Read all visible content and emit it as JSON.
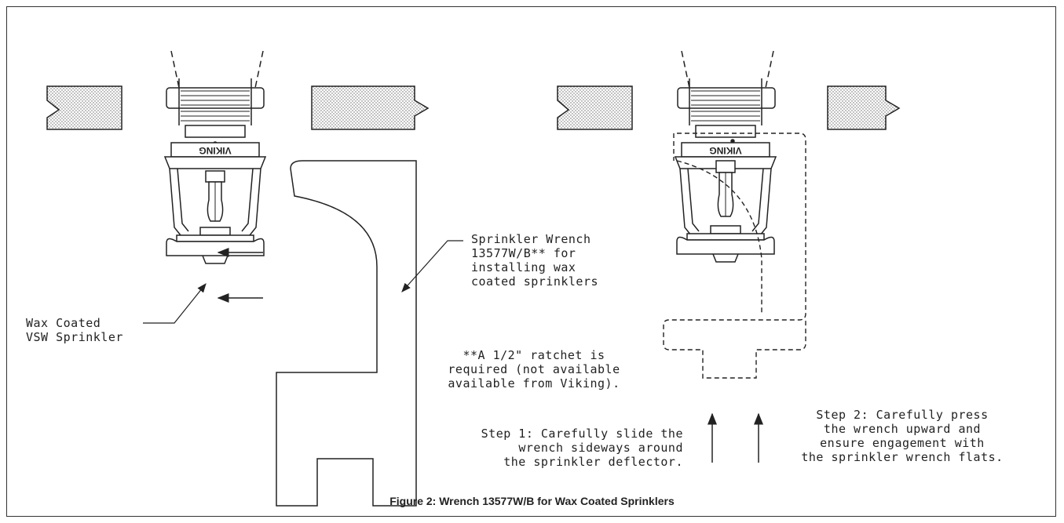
{
  "labels": {
    "wrench_callout": "Sprinkler Wrench\n13577W/B** for\ninstalling wax\ncoated sprinklers",
    "sprinkler_callout": "Wax Coated\nVSW Sprinkler",
    "ratchet_note": "**A 1/2\" ratchet is\nrequired (not available\navailable from Viking).",
    "step1": "Step 1: Carefully slide the\nwrench sideways around\nthe sprinkler deflector.",
    "step2": "Step 2: Carefully press\nthe wrench upward and\nensure engagement with\nthe sprinkler wrench flats.",
    "brand_left": "VIKING",
    "brand_right": "VIKING"
  },
  "caption": "Figure 2:  Wrench 13577W/B for Wax Coated Sprinklers"
}
